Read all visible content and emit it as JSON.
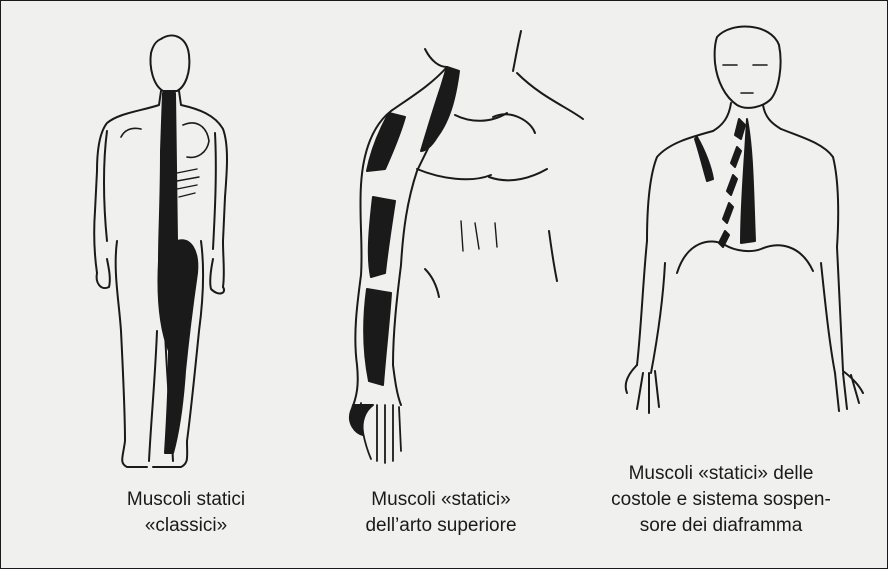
{
  "figures": [
    {
      "name": "back-figure",
      "caption_lines": [
        "Muscoli statici",
        "«classici»"
      ]
    },
    {
      "name": "arm-figure",
      "caption_lines": [
        "Muscoli «statici»",
        "dell’arto superiore"
      ]
    },
    {
      "name": "torso-figure",
      "caption_lines": [
        "Muscoli «statici» delle",
        "costole e sistema sospen-",
        "sore dei diaframma"
      ]
    }
  ],
  "colors": {
    "ink": "#1a1a1a",
    "background": "#f0f0ef"
  }
}
